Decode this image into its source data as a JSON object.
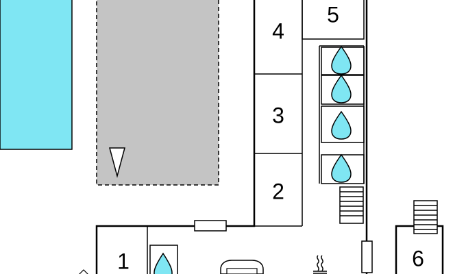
{
  "plan": {
    "colors": {
      "pool": "#7fe6f3",
      "terrace": "#c4c4c4",
      "water": "#7fe6f3",
      "wall": "#000000"
    },
    "rooms": [
      {
        "id": "room-1",
        "label": "1"
      },
      {
        "id": "room-2",
        "label": "2"
      },
      {
        "id": "room-3",
        "label": "3"
      },
      {
        "id": "room-4",
        "label": "4"
      },
      {
        "id": "room-5",
        "label": "5"
      },
      {
        "id": "room-6",
        "label": "6"
      }
    ],
    "icons": [
      "pool-area",
      "terrace-area",
      "water-drop-icon",
      "stairs-icon",
      "car-icon",
      "heater-icon",
      "entrance-triangle-icon",
      "window-icon"
    ]
  }
}
